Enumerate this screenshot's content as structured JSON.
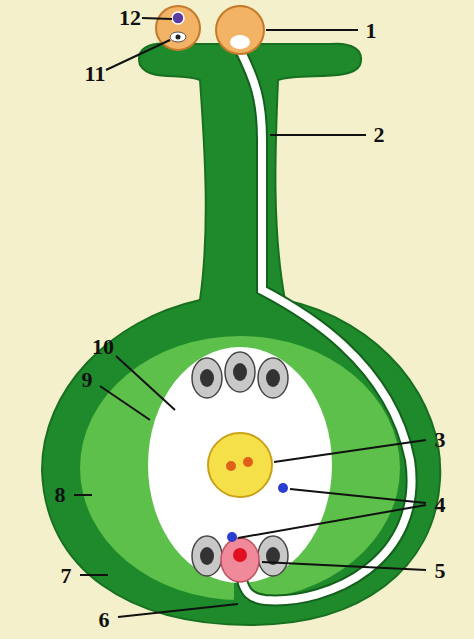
{
  "diagram": {
    "labels": [
      "12",
      "1",
      "11",
      "2",
      "10",
      "9",
      "3",
      "4",
      "8",
      "7",
      "5",
      "6"
    ]
  }
}
